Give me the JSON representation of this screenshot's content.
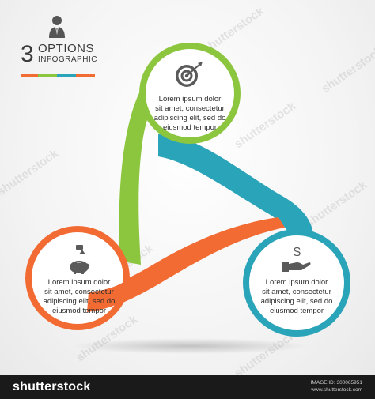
{
  "header": {
    "number": "3",
    "title": "OPTIONS",
    "subtitle": "INFOGRAPHIC"
  },
  "colors": {
    "green": "#8cc63f",
    "teal": "#2aa4b8",
    "orange": "#f26b33",
    "text": "#2e2e2e",
    "header_bar": [
      "#f26b33",
      "#8cc63f",
      "#2aa4b8",
      "#f26b33"
    ]
  },
  "options": [
    {
      "icon": "target-icon",
      "color": "green",
      "lines": [
        "Lorem ipsum dolor",
        "sit amet, consectetur",
        "adipiscing elit, sed do",
        "eiusmod tempor"
      ]
    },
    {
      "icon": "piggy-bank-icon",
      "color": "orange",
      "lines": [
        "Lorem ipsum dolor",
        "sit amet, consectetur",
        "adipiscing elit, sed do",
        "eiusmod tempor"
      ]
    },
    {
      "icon": "hand-dollar-icon",
      "color": "teal",
      "lines": [
        "Lorem ipsum dolor",
        "sit amet, consectetur",
        "adipiscing elit, sed do",
        "eiusmod tempor"
      ]
    }
  ],
  "watermark": "shutterstock",
  "footer": {
    "logo": "shutterstock",
    "image_id_label": "IMAGE ID: 300065951",
    "site": "www.shutterstock.com"
  }
}
